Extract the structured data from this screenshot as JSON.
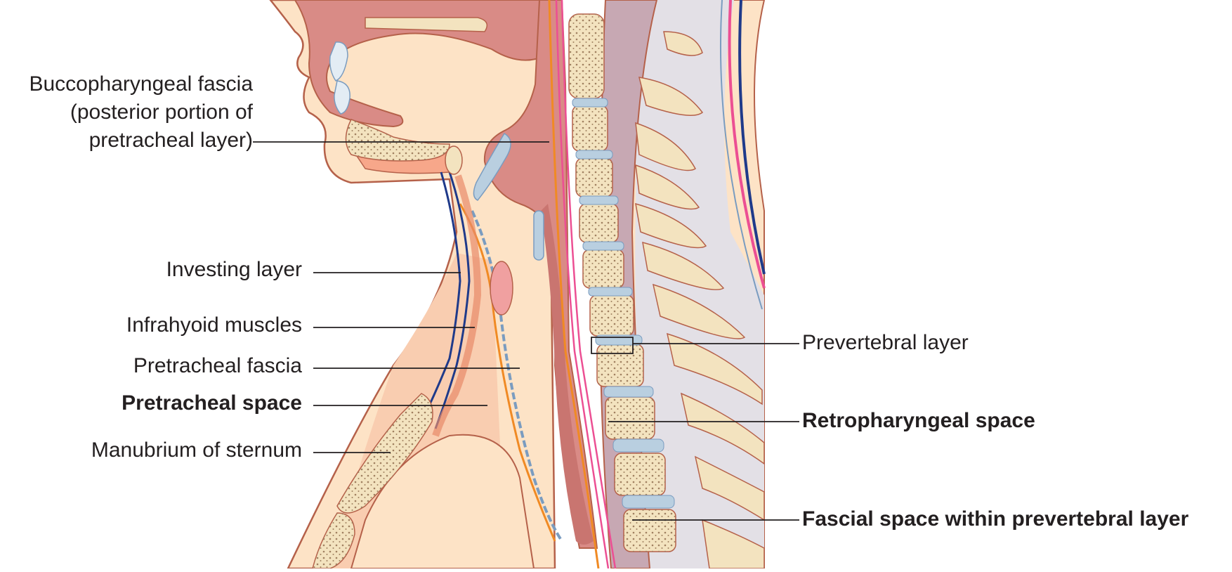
{
  "labels_left": {
    "buccopharyngeal": [
      "Buccopharyngeal fascia",
      "(posterior portion of",
      "pretracheal layer)"
    ],
    "investing": "Investing layer",
    "infrahyoid": "Infrahyoid muscles",
    "pretracheal_fascia": "Pretracheal fascia",
    "pretracheal_space": "Pretracheal space",
    "manubrium": "Manubrium of sternum"
  },
  "labels_right": {
    "prevertebral_layer": "Prevertebral layer",
    "retropharyngeal_space": "Retropharyngeal space",
    "fascial_space": "Fascial space within prevertebral layer"
  },
  "colors": {
    "skin": "#fde3c6",
    "skin_outline": "#b5614a",
    "pharynx": "#d98b86",
    "pharynx_dark": "#c97570",
    "bone": "#f3e3bf",
    "bone_dots": "#a08060",
    "disc": "#b9cfe0",
    "cord_bg": "#e3e0e6",
    "canal": "#c7a8b3",
    "fascia_orange": "#f08a24",
    "fascia_pink": "#ec4f93",
    "fascia_blue": "#1f3a8a",
    "leader": "#231f20"
  }
}
